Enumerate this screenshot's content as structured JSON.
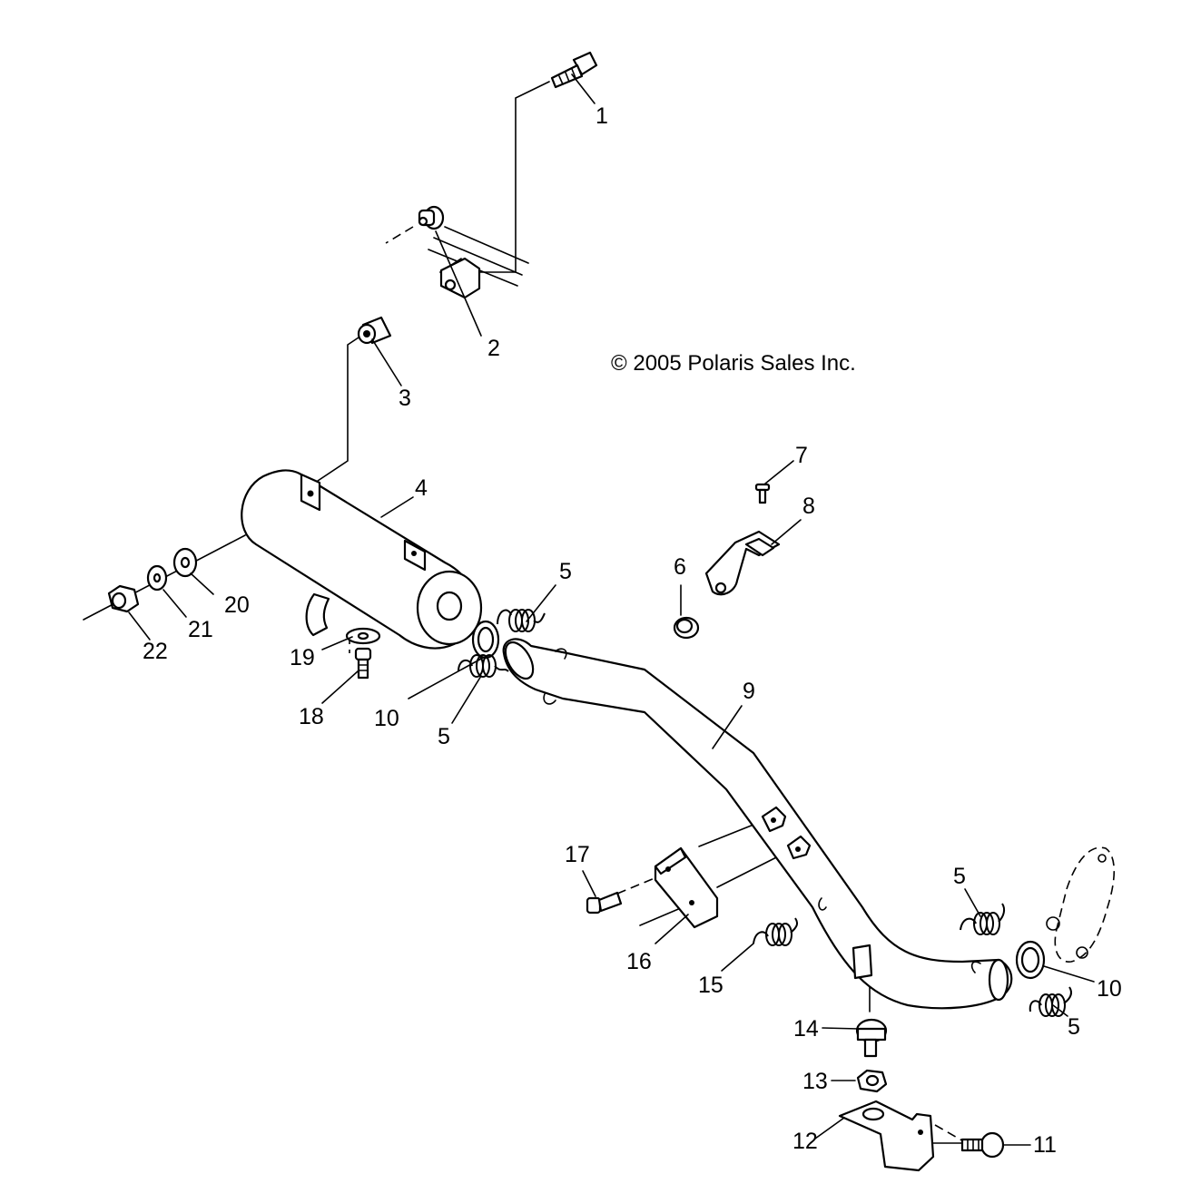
{
  "copyright": "© 2005 Polaris Sales Inc.",
  "callouts": [
    "1",
    "2",
    "3",
    "4",
    "5",
    "5",
    "5",
    "5",
    "6",
    "7",
    "8",
    "9",
    "10",
    "10",
    "11",
    "12",
    "13",
    "14",
    "15",
    "16",
    "17",
    "18",
    "19",
    "20",
    "21",
    "22"
  ]
}
